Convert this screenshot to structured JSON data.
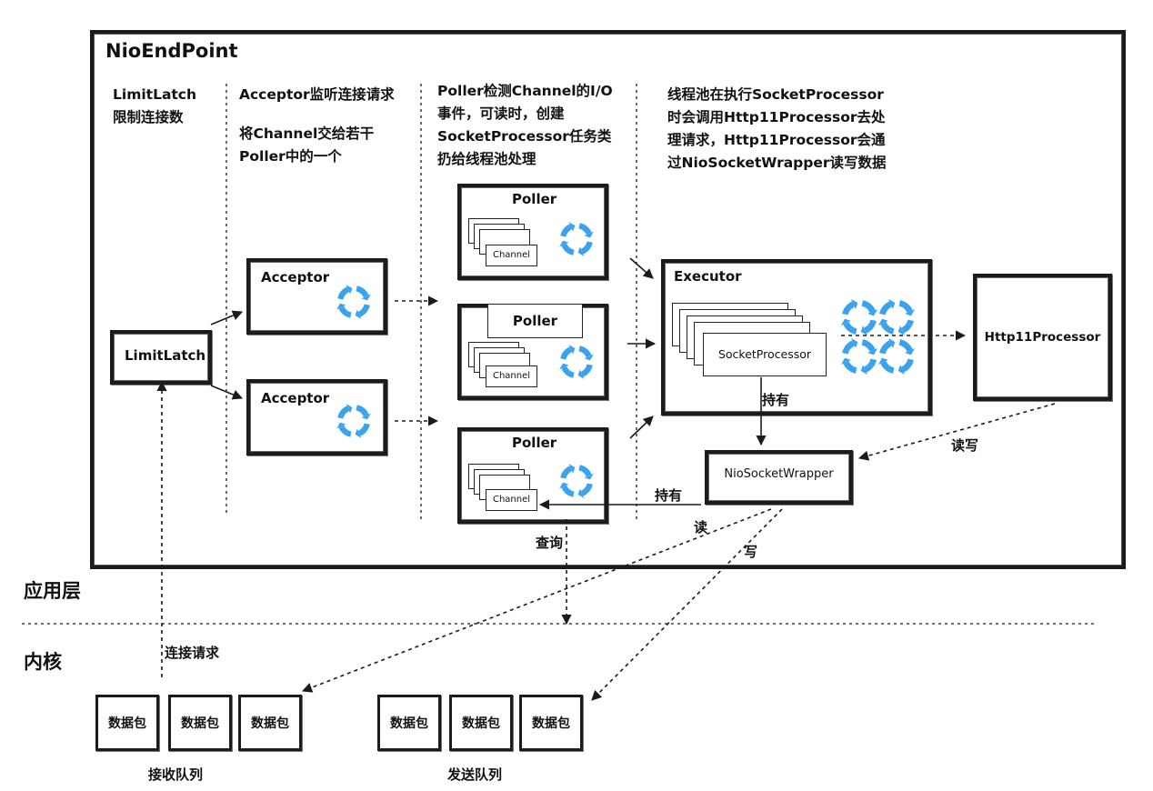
{
  "endpoint_title": "NioEndPoint",
  "columns": {
    "limitlatch_desc": [
      "LimitLatch",
      "限制连接数"
    ],
    "acceptor_desc": [
      "Acceptor监听连接请求",
      "",
      "将Channel交给若干",
      "Poller中的一个"
    ],
    "poller_desc": [
      "Poller检测Channel的I/O",
      "事件，可读时，创建",
      "SocketProcessor任务类",
      "扔给线程池处理"
    ],
    "executor_desc": [
      "线程池在执行SocketProcessor",
      "时会调用Http11Processor去处",
      "理请求，Http11Processor会通",
      "过NioSocketWrapper读写数据"
    ]
  },
  "components": {
    "limitlatch": "LimitLatch",
    "acceptor_1": "Acceptor",
    "acceptor_2": "Acceptor",
    "poller_1": "Poller",
    "poller_2": "Poller",
    "poller_3": "Poller",
    "channel": "Channel",
    "executor": "Executor",
    "socket_processor": "SocketProcessor",
    "http11_processor": "Http11Processor",
    "nio_socket_wrapper": "NioSocketWrapper"
  },
  "edge_labels": {
    "holds_1": "持有",
    "holds_2": "持有",
    "read_write": "读写",
    "read": "读",
    "write": "写",
    "query": "查询",
    "connection_request": "连接请求"
  },
  "layers": {
    "application": "应用层",
    "kernel": "内核"
  },
  "queues": {
    "receive_label": "接收队列",
    "send_label": "发送队列",
    "receive_packets": [
      "数据包",
      "数据包",
      "数据包"
    ],
    "send_packets": [
      "数据包",
      "数据包",
      "数据包"
    ]
  },
  "colors": {
    "cycle_icon": "#3ba3ee",
    "stroke": "#1b1b1b"
  }
}
